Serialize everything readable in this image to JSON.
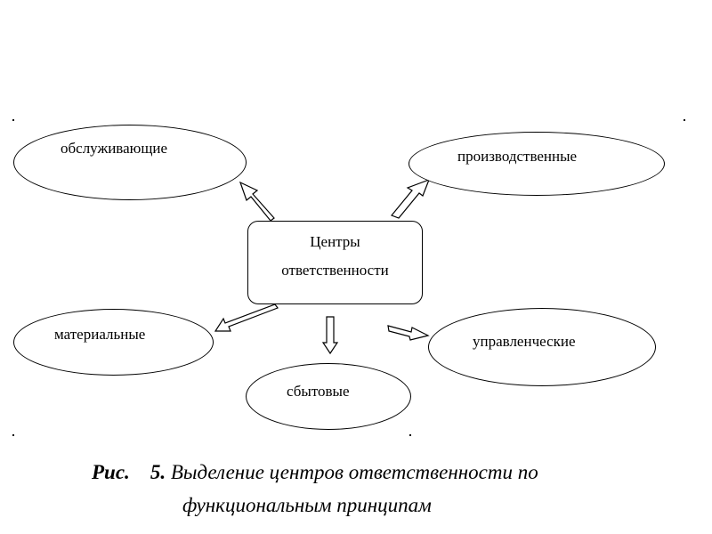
{
  "diagram": {
    "center": {
      "line1": "Центры",
      "line2": "ответственности"
    },
    "nodes": {
      "service": "обслуживающие",
      "production": "производственные",
      "material": "материальные",
      "sales": "сбытовые",
      "management": "управленческие"
    }
  },
  "caption": {
    "label": "Рис.",
    "number": "5.",
    "line1": "Выделение  центров ответственности по",
    "line2": "функциональным принципам"
  }
}
